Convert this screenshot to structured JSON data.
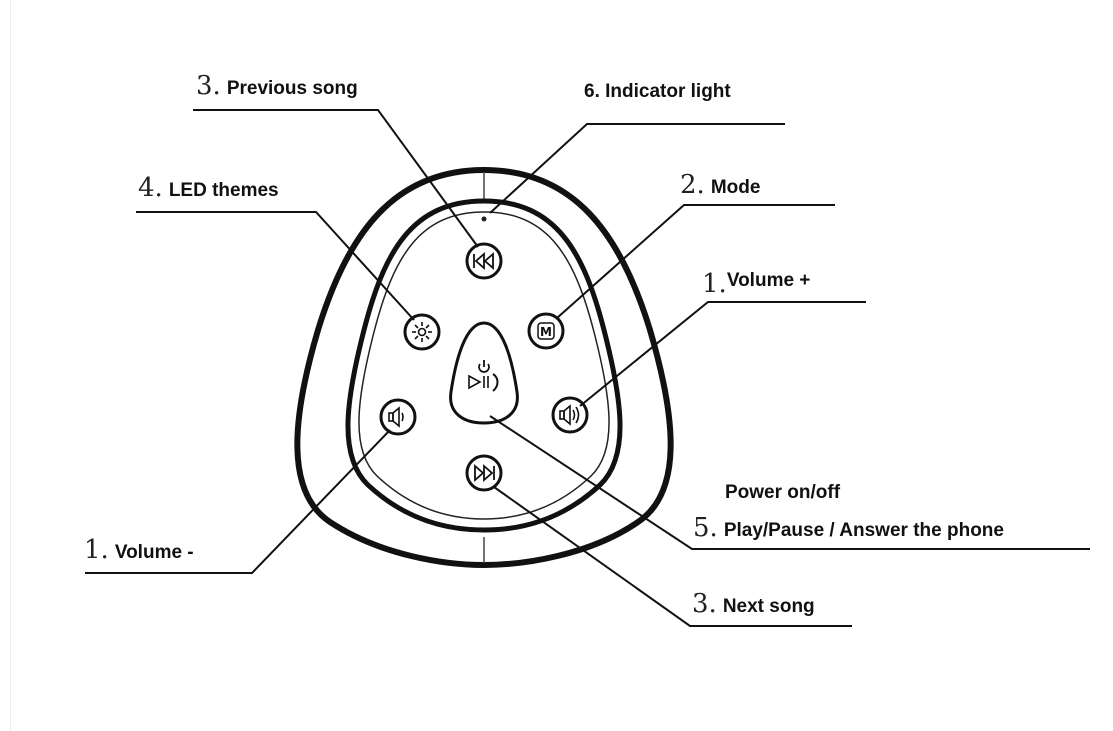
{
  "labels": {
    "previous_song": {
      "number": "3.",
      "text": "Previous song"
    },
    "indicator_light": {
      "number": "",
      "text": "6. Indicator light"
    },
    "led_themes": {
      "number": "4.",
      "text": "LED themes"
    },
    "mode": {
      "number": "2.",
      "text": "Mode"
    },
    "volume_plus": {
      "number": "1.",
      "text": "Volume +"
    },
    "power": {
      "number": "",
      "text": "Power on/off"
    },
    "play_pause": {
      "number": "5.",
      "text": "Play/Pause / Answer the phone"
    },
    "volume_minus": {
      "number": "1.",
      "text": "Volume -"
    },
    "next_song": {
      "number": "3.",
      "text": "Next song"
    }
  },
  "buttons": {
    "mode_glyph": "M"
  },
  "icons": [
    "previous-track-icon",
    "next-track-icon",
    "led-sun-icon",
    "mode-m-icon",
    "volume-up-icon",
    "volume-down-icon",
    "power-icon",
    "play-pause-icon",
    "phone-icon",
    "indicator-light-dot"
  ],
  "colors": {
    "ink": "#111111",
    "line": "#1a1a1a",
    "background": "#ffffff"
  }
}
